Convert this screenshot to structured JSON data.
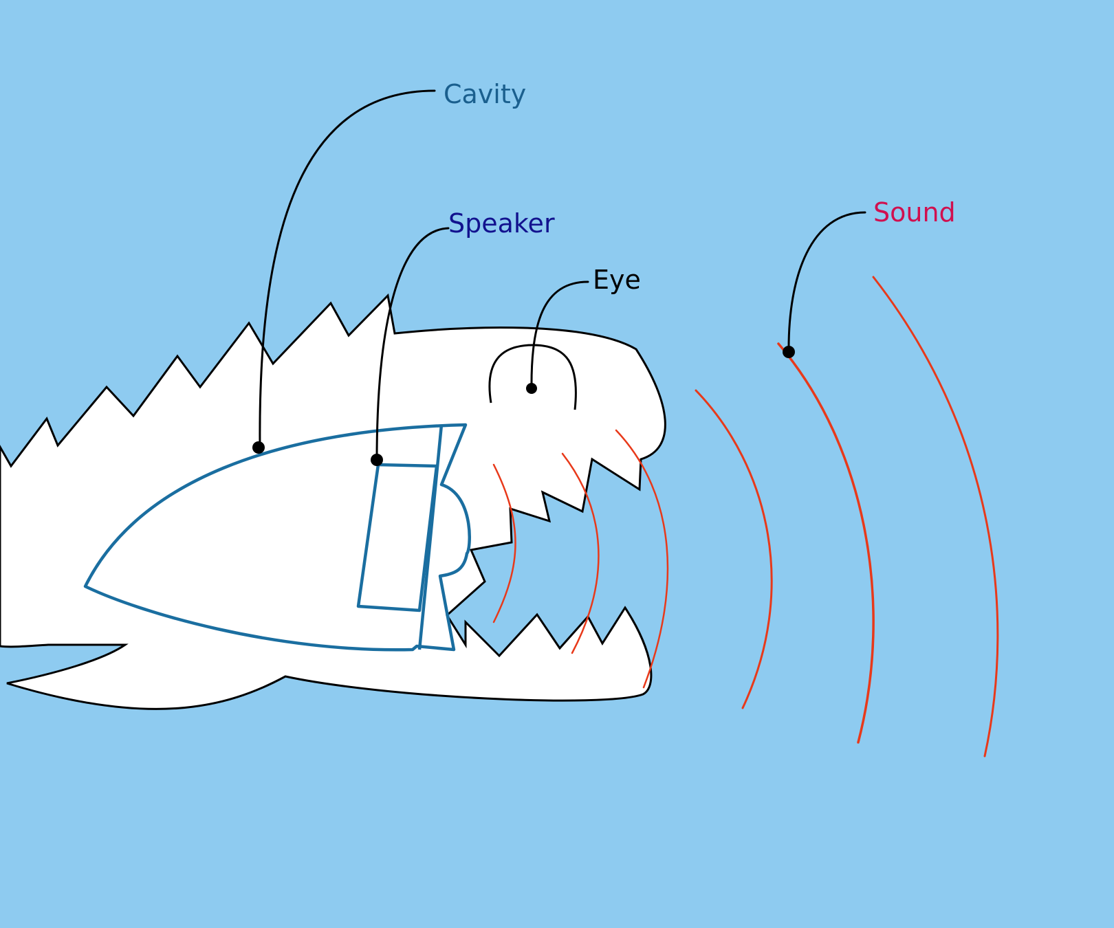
{
  "labels": {
    "cavity": "Cavity",
    "speaker": "Speaker",
    "eye": "Eye",
    "sound": "Sound"
  },
  "colors": {
    "background": "#8ecbf0",
    "head_fill": "#ffffff",
    "outline": "#000000",
    "cavity_outline": "#1a6ea0",
    "sound_waves": "#e8391a",
    "cavity_label": "#1a5f8e",
    "speaker_label": "#12128e",
    "eye_label": "#000000",
    "sound_label": "#d0104f"
  },
  "icons": [
    "dinosaur-head-outline",
    "eye-arc",
    "speaker-cone",
    "sound-wave-arcs"
  ]
}
